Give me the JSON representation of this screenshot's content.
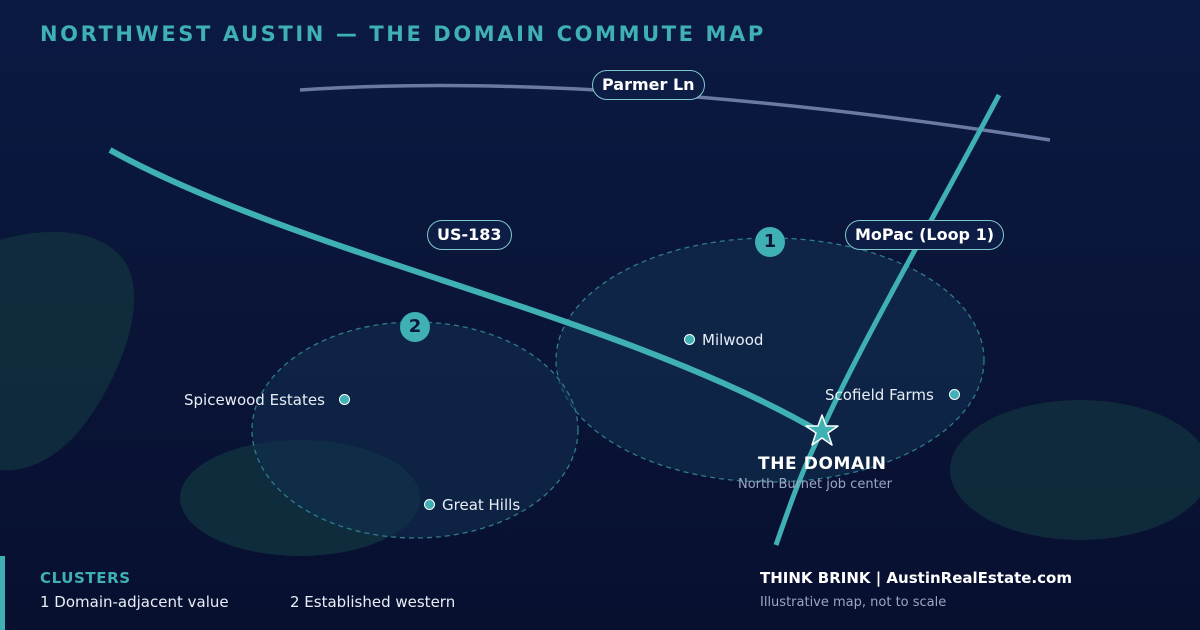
{
  "title": "NORTHWEST AUSTIN — THE DOMAIN COMMUTE MAP",
  "roads": {
    "parmer": "Parmer Ln",
    "us183": "US-183",
    "mopac": "MoPac (Loop 1)"
  },
  "clusters": [
    {
      "number": "1",
      "label": "Domain-adjacent value"
    },
    {
      "number": "2",
      "label": "Established western"
    }
  ],
  "places": {
    "milwood": "Milwood",
    "scofield": "Scofield Farms",
    "spicewood": "Spicewood Estates",
    "great_hills": "Great Hills"
  },
  "domain": {
    "name": "THE DOMAIN",
    "subtitle": "North Burnet job center"
  },
  "legend": {
    "title": "CLUSTERS",
    "item1": "1 Domain-adjacent value",
    "item2": "2 Established western"
  },
  "footer": {
    "brand": "THINK BRINK | AustinRealEstate.com",
    "note": "Illustrative map, not to scale"
  },
  "colors": {
    "accent": "#3fb0b3",
    "background": "#0a1538",
    "secondary_road": "#6b7aa3"
  }
}
